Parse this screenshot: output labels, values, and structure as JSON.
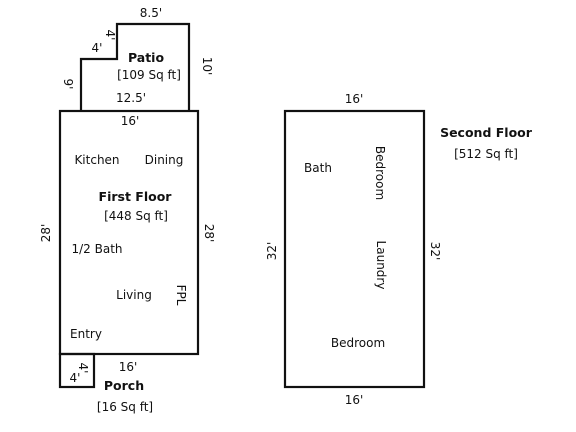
{
  "colors": {
    "line": "#111111",
    "background": "#ffffff"
  },
  "patio": {
    "name": "Patio",
    "area": "[109 Sq ft]",
    "dim_top": "8.5'",
    "dim_step_v": "4'",
    "dim_step_h": "4'",
    "dim_left": "9'",
    "dim_right": "10'",
    "dim_bottom": "12.5'"
  },
  "first_floor": {
    "name": "First Floor",
    "area": "[448 Sq ft]",
    "dim_top": "16'",
    "dim_left": "28'",
    "dim_right": "28'",
    "dim_bottom": "16'",
    "rooms": {
      "kitchen": "Kitchen",
      "dining": "Dining",
      "half_bath": "1/2 Bath",
      "living": "Living",
      "fpl": "FPL",
      "entry": "Entry"
    }
  },
  "porch": {
    "name": "Porch",
    "area": "[16 Sq ft]",
    "dim_left": "4'",
    "dim_right": "4'"
  },
  "second_floor": {
    "name": "Second Floor",
    "area": "[512 Sq ft]",
    "dim_top": "16'",
    "dim_left": "32'",
    "dim_right": "32'",
    "dim_bottom": "16'",
    "rooms": {
      "bath": "Bath",
      "bedroom_1": "Bedroom",
      "laundry": "Laundry",
      "bedroom_2": "Bedroom"
    }
  }
}
